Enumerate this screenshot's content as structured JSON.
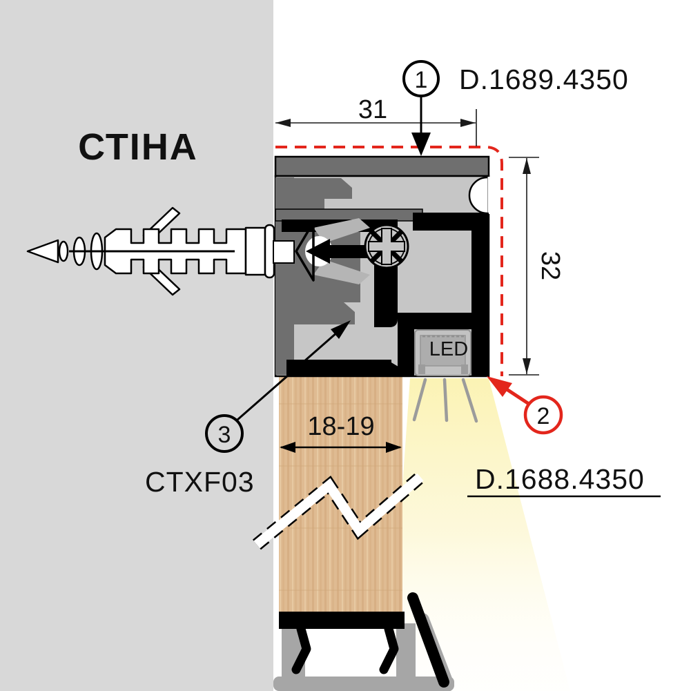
{
  "diagram": {
    "wall_label": "СТІНА",
    "callouts": {
      "c1": {
        "number": "1",
        "code": "D.1689.4350"
      },
      "c2": {
        "number": "2"
      },
      "c3": {
        "number": "3",
        "code": "CTXF03"
      }
    },
    "bottom_profile_code": "D.1688.4350",
    "led_label": "LED",
    "dimensions": {
      "top_width": "31",
      "side_height": "32",
      "panel_thickness": "18-19"
    },
    "colors": {
      "wall": "#d8d8d8",
      "profile_light_gray": "#c6c6c6",
      "profile_dark_gray": "#6f6f6f",
      "outline_black": "#000000",
      "accent_red": "#e3261c",
      "wood": "#dfbb92",
      "light_beam_yellow": "#fbf2b0",
      "ray_gray": "#9b9b9b"
    }
  }
}
